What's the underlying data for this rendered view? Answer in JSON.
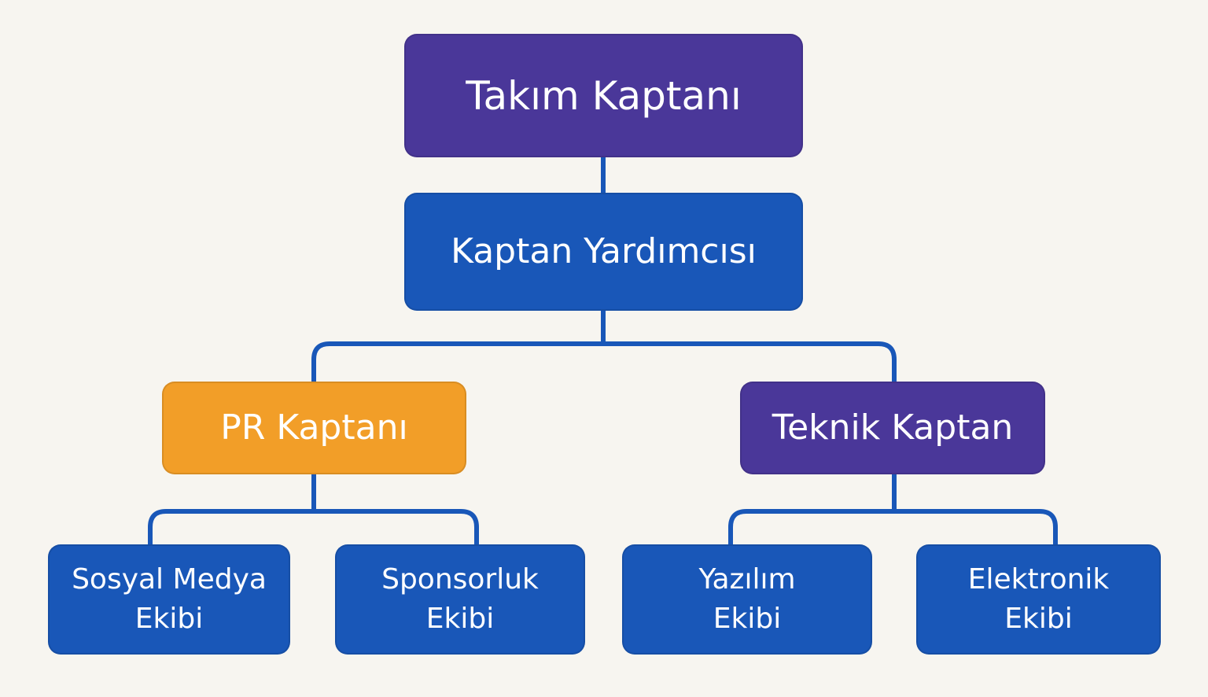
{
  "colors": {
    "background": "#F7F5F0",
    "purple": "#4A3799",
    "blue": "#1957B8",
    "orange": "#F29E28",
    "connector": "#1957B8"
  },
  "nodes": {
    "takim_kaptani": {
      "lines": [
        "Takım Kaptanı"
      ],
      "color": "purple"
    },
    "kaptan_yardimcisi": {
      "lines": [
        "Kaptan Yardımcısı"
      ],
      "color": "blue"
    },
    "pr_kaptani": {
      "lines": [
        "PR Kaptanı"
      ],
      "color": "orange"
    },
    "teknik_kaptan": {
      "lines": [
        "Teknik Kaptan"
      ],
      "color": "purple"
    },
    "sosyal_medya_ekibi": {
      "lines": [
        "Sosyal Medya",
        "Ekibi"
      ],
      "color": "blue"
    },
    "sponsorluk_ekibi": {
      "lines": [
        "Sponsorluk",
        "Ekibi"
      ],
      "color": "blue"
    },
    "yazilim_ekibi": {
      "lines": [
        "Yazılım",
        "Ekibi"
      ],
      "color": "blue"
    },
    "elektronik_ekibi": {
      "lines": [
        "Elektronik",
        "Ekibi"
      ],
      "color": "blue"
    }
  }
}
